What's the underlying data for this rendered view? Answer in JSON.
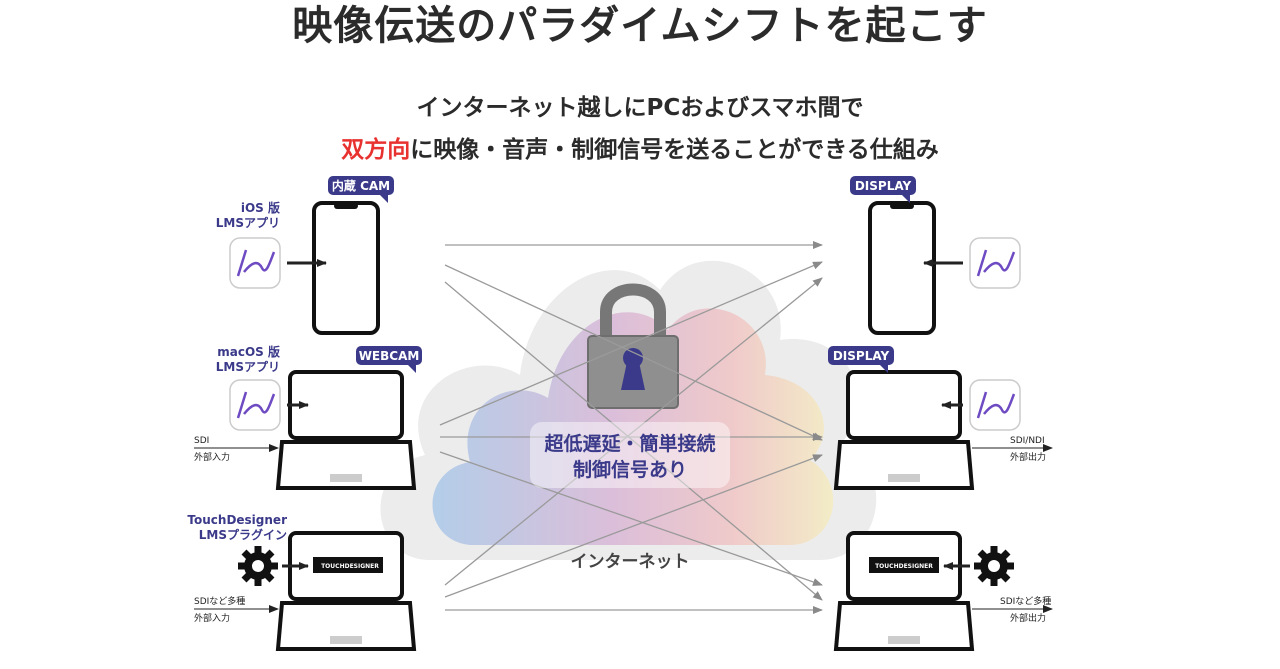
{
  "title": "映像伝送のパラダイムシフトを起こす",
  "subtitle": {
    "line1": "インターネット越しにPCおよびスマホ間で",
    "line2_highlight": "双方向",
    "line2_rest": "に映像・音声・制御信号を送ることができる仕組み"
  },
  "left": {
    "ios_label_1": "iOS 版",
    "ios_label_2": "LMSアプリ",
    "cam_tag": "内蔵 CAM",
    "mac_label_1": "macOS 版",
    "mac_label_2": "LMSアプリ",
    "webcam_tag": "WEBCAM",
    "sdi_in_1": "SDI",
    "sdi_in_2": "外部入力",
    "td_label_1": "TouchDesigner",
    "td_label_2": "LMSプラグイン",
    "td_in_1": "SDIなど多種",
    "td_in_2": "外部入力"
  },
  "right": {
    "display_tag_1": "DISPLAY",
    "display_tag_2": "DISPLAY",
    "sdi_out_1": "SDI/NDI",
    "sdi_out_2": "外部出力",
    "td_out_1": "SDIなど多種",
    "td_out_2": "外部出力"
  },
  "cloud": {
    "line1": "超低遅延・簡単接続",
    "line2": "制御信号あり",
    "internet": "インターネット"
  },
  "icons": {
    "app_icon_text": "LMS",
    "touchdesigner_text": "TOUCHDESIGNER"
  },
  "colors": {
    "accent": "#3b3a8a",
    "highlight": "#e8322f"
  }
}
